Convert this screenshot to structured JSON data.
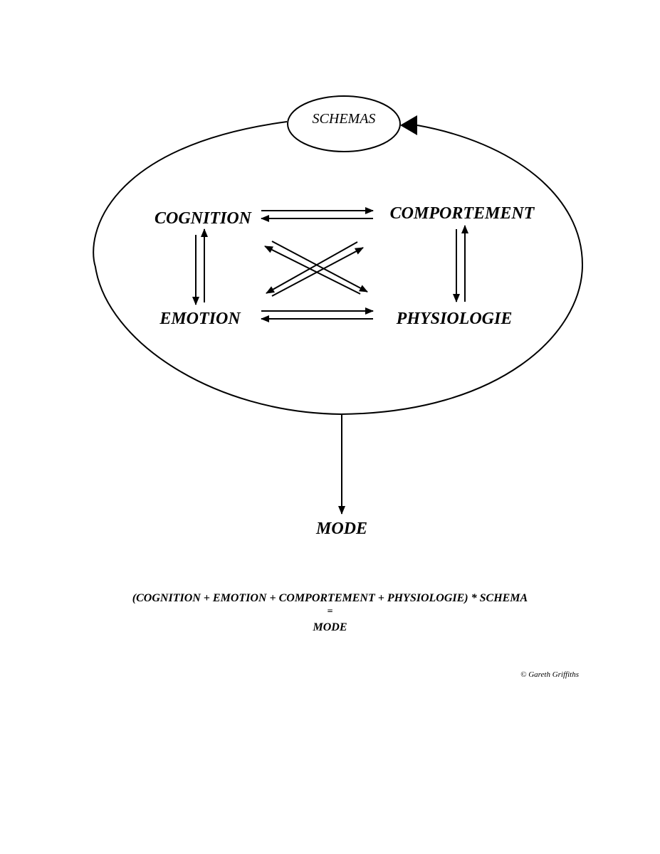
{
  "diagram": {
    "schemas_label": "SCHEMAS",
    "cognition_label": "COGNITION",
    "comportement_label": "COMPORTEMENT",
    "emotion_label": "EMOTION",
    "physiologie_label": "PHYSIOLOGIE",
    "mode_label": "MODE"
  },
  "formula": {
    "expression": "(COGNITION + EMOTION + COMPORTEMENT + PHYSIOLOGIE)  * SCHEMA",
    "equals": "=",
    "result": "MODE"
  },
  "copyright": "© Gareth Griffiths"
}
